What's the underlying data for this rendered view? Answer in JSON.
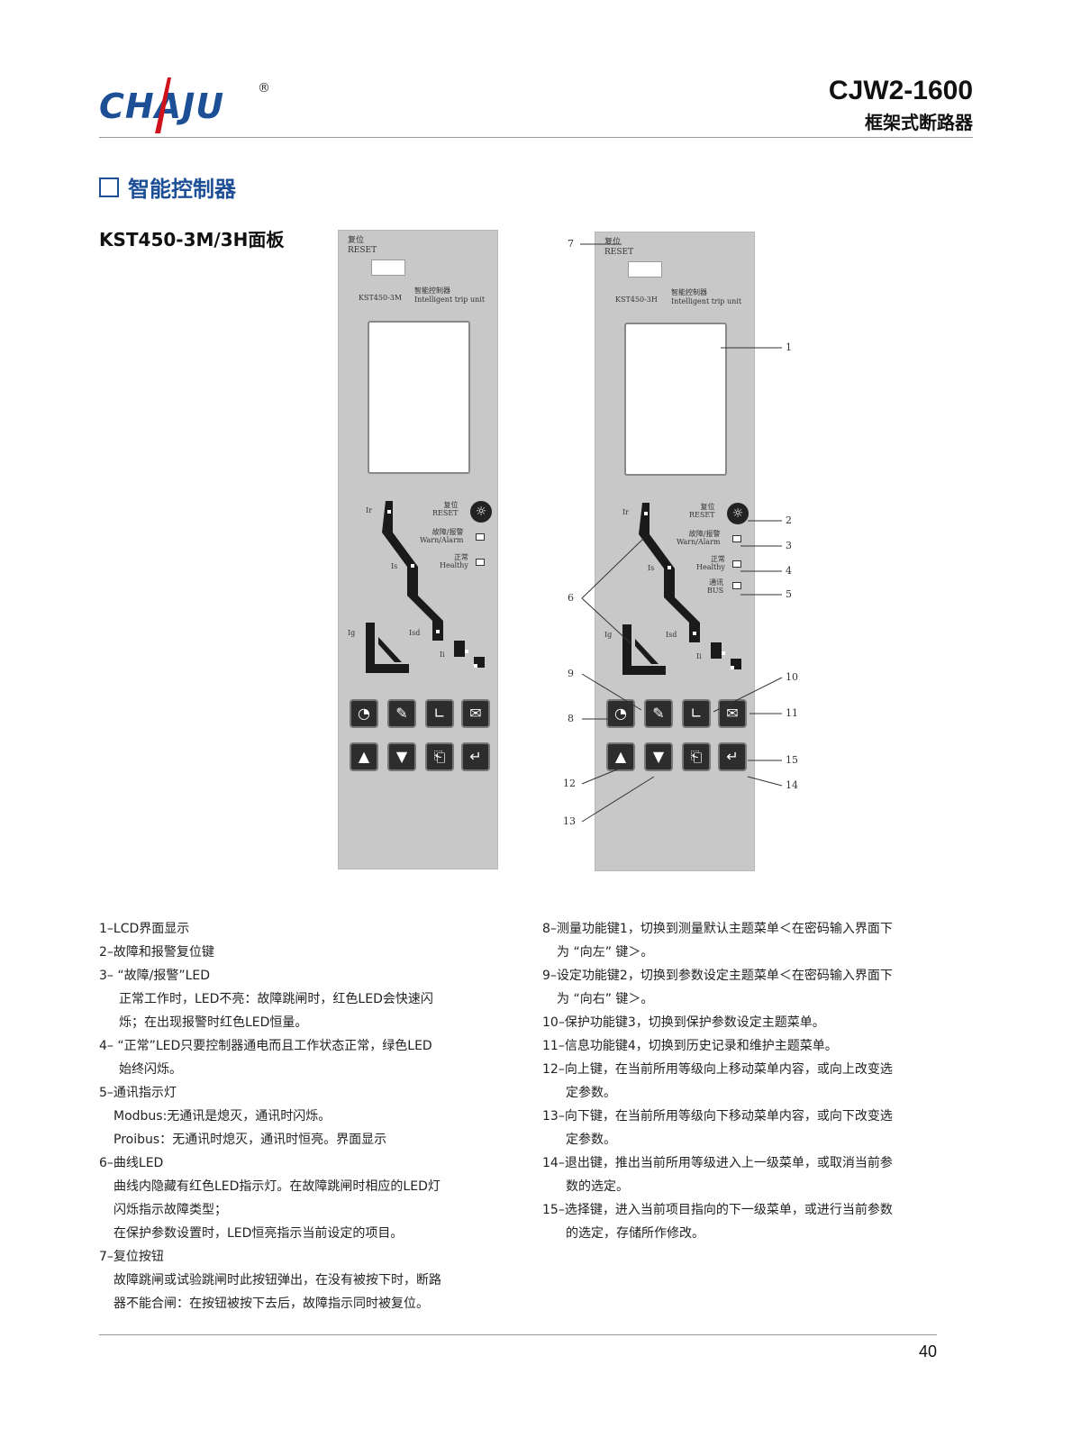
{
  "header": {
    "brand": "CHAJU",
    "registered": "®",
    "model": "CJW2-1600",
    "subtitle": "框架式断路器"
  },
  "section_title": "智能控制器",
  "panel_title": "KST450-3M/3H面板",
  "panels": [
    {
      "reset_cn": "复位",
      "reset_en": "RESET",
      "model": "KST450-3M",
      "unit_cn": "智能控制器",
      "unit_en": "Intelligent trip unit",
      "knob_cn": "复位",
      "knob_en": "RESET",
      "alarm_cn": "故障/报警",
      "alarm_en": "Warn/Alarm",
      "healthy_cn": "正常",
      "healthy_en": "Healthy",
      "curve_labels": {
        "ir": "Ir",
        "is": "Is",
        "ig": "Ig",
        "isd": "Isd",
        "ii": "Ii"
      }
    },
    {
      "reset_cn": "复位",
      "reset_en": "RESET",
      "model": "KST450-3H",
      "unit_cn": "智能控制器",
      "unit_en": "Intelligent trip unit",
      "knob_cn": "复位",
      "knob_en": "RESET",
      "alarm_cn": "故障/报警",
      "alarm_en": "Warn/Alarm",
      "healthy_cn": "正常",
      "healthy_en": "Healthy",
      "bus_cn": "通讯",
      "bus_en": "BUS",
      "curve_labels": {
        "ir": "Ir",
        "is": "Is",
        "ig": "Ig",
        "isd": "Isd",
        "ii": "Ii"
      }
    }
  ],
  "callouts": [
    "1",
    "2",
    "3",
    "4",
    "5",
    "6",
    "7",
    "8",
    "9",
    "10",
    "11",
    "12",
    "13",
    "14",
    "15"
  ],
  "descriptions_left": [
    "1–LCD界面显示",
    "2–故障和报警复位键",
    "3– “故障/报警”LED",
    "正常工作时，LED不亮：故障跳闸时，红色LED会快速闪",
    "烁；在出现报警时红色LED恒量。",
    "4– “正常”LED只要控制器通电而且工作状态正常，绿色LED",
    "始终闪烁。",
    "5–通讯指示灯",
    "Modbus:无通讯是熄灭，通讯时闪烁。",
    "Proibus：无通讯时熄灭，通讯时恒亮。界面显示",
    "6–曲线LED",
    "曲线内隐藏有红色LED指示灯。在故障跳闸时相应的LED灯",
    "闪烁指示故障类型；",
    "在保护参数设置时，LED恒亮指示当前设定的项目。",
    "7–复位按钮",
    "故障跳闸或试验跳闸时此按钮弹出，在没有被按下时，断路",
    "器不能合闸：在按钮被按下去后，故障指示同时被复位。"
  ],
  "descriptions_right": [
    "8–测量功能键1，切换到测量默认主题菜单＜在密码输入界面下",
    "为 “向左” 键＞。",
    "9–设定功能键2，切换到参数设定主题菜单＜在密码输入界面下",
    "为 “向右” 键＞。",
    "10–保护功能键3，切换到保护参数设定主题菜单。",
    "11–信息功能键4，切换到历史记录和维护主题菜单。",
    "12–向上键，在当前所用等级向上移动菜单内容，或向上改变选",
    "定参数。",
    "13–向下键，在当前所用等级向下移动菜单内容，或向下改变选",
    "定参数。",
    "14–退出键，推出当前所用等级进入上一级菜单，或取消当前参",
    "数的选定。",
    "15–选择键，进入当前项目指向的下一级菜单，或进行当前参数",
    "的选定，存储所作修改。"
  ],
  "page_number": "40"
}
